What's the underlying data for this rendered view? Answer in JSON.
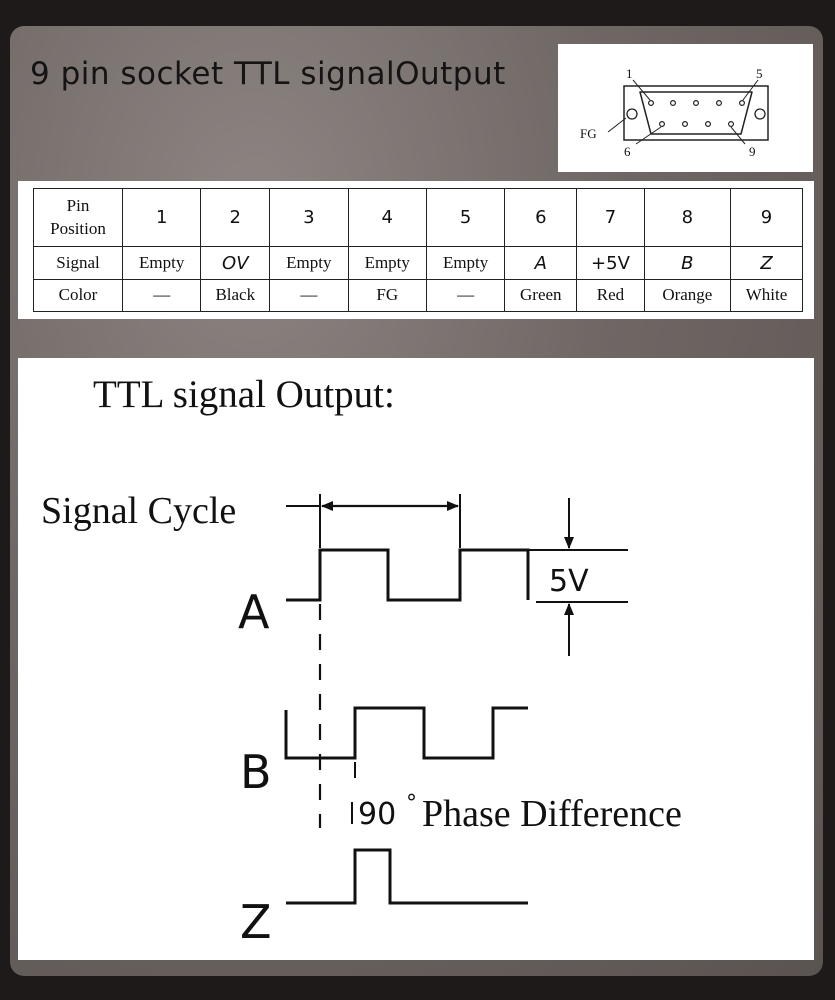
{
  "header": {
    "title": "9 pin socket TTL signalOutput"
  },
  "connector": {
    "pin_top_left": "1",
    "pin_top_right": "5",
    "pin_bottom_left": "6",
    "pin_bottom_right": "9",
    "fg_label": "FG"
  },
  "pin_table": {
    "row_labels": {
      "position": [
        "Pin",
        "Position"
      ],
      "signal": "Signal",
      "color": "Color"
    },
    "positions": [
      "1",
      "2",
      "3",
      "4",
      "5",
      "6",
      "7",
      "8",
      "9"
    ],
    "signals": [
      "Empty",
      "OV",
      "Empty",
      "Empty",
      "Empty",
      "A",
      "+5V",
      "B",
      "Z"
    ],
    "colors": [
      "—",
      "Black",
      "—",
      "FG",
      "—",
      "Green",
      "Red",
      "Orange",
      "White"
    ]
  },
  "waveform": {
    "title": "TTL signal Output:",
    "signal_cycle_label": "Signal Cycle",
    "voltage_label": "5V",
    "channel_a": "A",
    "channel_b": "B",
    "channel_z": "Z",
    "phase_value": "90",
    "phase_unit": "°",
    "phase_text": "Phase Difference"
  }
}
